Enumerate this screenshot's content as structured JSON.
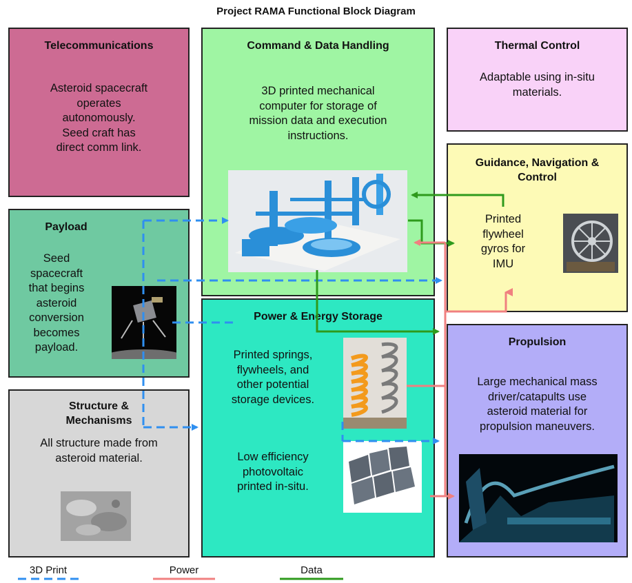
{
  "diagram": {
    "title": "Project RAMA Functional Block Diagram",
    "colors": {
      "telecom": "#cd6b93",
      "cdh": "#9ff5a3",
      "thermal": "#f9d2f8",
      "gnc": "#fdfab6",
      "payload": "#6fc9a1",
      "power": "#2de8c2",
      "structure": "#d7d7d7",
      "propulsion": "#b3adf8",
      "print_line": "#2f8ff0",
      "power_line": "#f08080",
      "data_line": "#2e9a1c"
    },
    "blocks": {
      "telecom": {
        "title": "Telecommunications",
        "text": [
          "Asteroid spacecraft",
          "operates",
          "autonomously.",
          "Seed craft has",
          "direct comm link."
        ]
      },
      "cdh": {
        "title": "Command & Data Handling",
        "text": [
          "3D printed mechanical",
          "computer for storage of",
          "mission data and execution",
          "instructions."
        ]
      },
      "thermal": {
        "title": "Thermal Control",
        "text": [
          "Adaptable using in-situ",
          "materials."
        ]
      },
      "gnc": {
        "title_lines": [
          "Guidance, Navigation &",
          "Control"
        ],
        "text": [
          "Printed",
          "flywheel",
          "gyros for",
          "IMU"
        ]
      },
      "payload": {
        "title": "Payload",
        "text": [
          "Seed",
          "spacecraft",
          "that begins",
          "asteroid",
          "conversion",
          "becomes",
          "payload."
        ]
      },
      "power": {
        "title": "Power & Energy Storage",
        "text1": [
          "Printed springs,",
          "flywheels, and",
          "other potential",
          "storage devices."
        ],
        "text2": [
          "Low efficiency",
          "photovoltaic",
          "printed in-situ."
        ]
      },
      "structure": {
        "title_lines": [
          "Structure &",
          "Mechanisms"
        ],
        "text": [
          "All structure made from",
          "asteroid material."
        ]
      },
      "propulsion": {
        "title": "Propulsion",
        "text": [
          "Large mechanical mass",
          "driver/catapults use",
          "asteroid material for",
          "propulsion maneuvers."
        ]
      }
    },
    "legend": {
      "print": "3D Print",
      "power": "Power",
      "data": "Data"
    }
  }
}
